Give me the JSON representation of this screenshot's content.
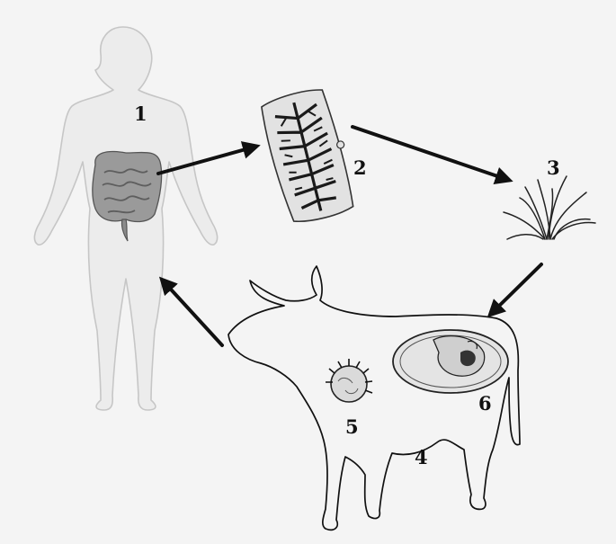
{
  "diagram": {
    "labels": {
      "human_host": "1",
      "tapeworm_segment": "2",
      "grass": "3",
      "cow_host": "4",
      "oncosphere": "5",
      "cysticercus": "6"
    },
    "colors": {
      "background": "#f4f4f4",
      "outline": "#111111",
      "human_fill": "#ececec",
      "human_stroke": "#c8c8c8",
      "intestine": "#8e8e8e"
    },
    "icons": [
      "human-body-icon",
      "intestine-icon",
      "proglottid-icon",
      "grass-icon",
      "cow-icon",
      "oncosphere-icon",
      "cyst-icon",
      "arrow-icon"
    ]
  }
}
